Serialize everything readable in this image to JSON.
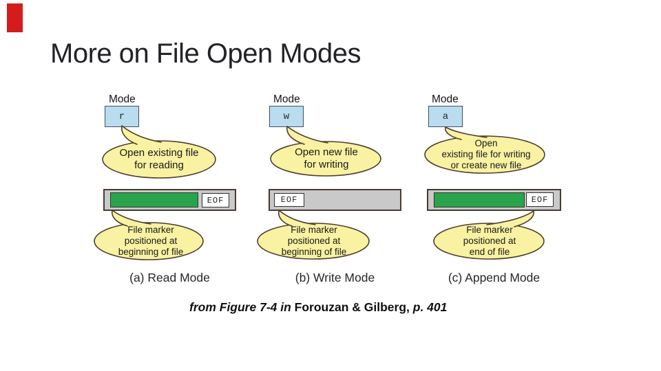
{
  "slide": {
    "title": "More on File Open Modes",
    "citation": {
      "prefix_italic": "from Figure 7-4 in",
      "authors_upright": " Forouzan & Gilberg,",
      "page_italic": " p. 401"
    }
  },
  "colors": {
    "accent_red": "#d41c1c",
    "mode_box_fill": "#b9dcee",
    "callout_fill": "#f8f2a2",
    "bar_fill": "#c9c9c9",
    "file_data_green": "#29a44b",
    "outline_dark": "#4a3a30"
  },
  "figure": {
    "columns": [
      {
        "mode_label": "Mode",
        "mode_letter": "r",
        "open_text": "Open existing file\nfor reading",
        "marker_text": "File marker\npositioned at\nbeginning of file",
        "eof_label": "EOF",
        "caption": "(a) Read Mode"
      },
      {
        "mode_label": "Mode",
        "mode_letter": "w",
        "open_text": "Open new file\nfor writing",
        "marker_text": "File marker\npositioned at\nbeginning of file",
        "eof_label": "EOF",
        "caption": "(b) Write Mode"
      },
      {
        "mode_label": "Mode",
        "mode_letter": "a",
        "open_text": "Open\nexisting file for writing\nor create new file",
        "marker_text": "File marker\npositioned at\nend of file",
        "eof_label": "EOF",
        "caption": "(c) Append Mode"
      }
    ]
  }
}
